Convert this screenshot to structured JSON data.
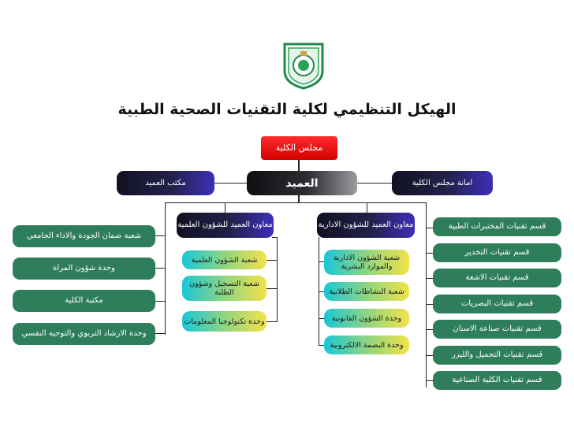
{
  "title": "الهيكل التنظيمي لكلية التقنيات الصحية الطبية",
  "top": {
    "council": "مجلس الكلية",
    "dean": "العميد",
    "dean_office": "مكتب العميد",
    "council_secretariat": "امانة مجلس الكلية"
  },
  "scientific": {
    "title": "معاون العميد للشؤون العلمية",
    "units": [
      "شعبة الشؤون العلمية",
      "شعبة التسجيل وشؤون الطلبة",
      "وحدة تكنولوجيا المعلومات"
    ]
  },
  "administrative": {
    "title": "معاون العميد  للشؤون الادارية",
    "units": [
      "شعبة الشؤون الادارية والموارد البشرية",
      "شعبة النشاطات الطلابية",
      "وحدة الشؤون القانونية",
      "وحدة البصمة الالكترونية"
    ]
  },
  "left_units": [
    "شعبة ضمان الجودة والاداء الجامعي",
    "وحدة شؤون  المراة",
    "مكتبة الكلية",
    "وحدة الارشاد التربوي والتوجيه النفسي"
  ],
  "departments": [
    "قسم تقنيات المختبرات الطبية",
    "قسم تقنيات التخدير",
    "قسم تقنيات الاشعة",
    "قسم تقنيات البصريات",
    "قسم تقنيات صناعة الاسنان",
    "قسم تقنيات التجميل والليزر",
    "قسم تقنيات الكلية الصناعية"
  ],
  "colors": {
    "department": "#2e7d5b",
    "council": "#e31b1b",
    "assistant": "#1f1c5a",
    "unit_gradient": [
      "#19c7d6",
      "#f2e24a"
    ]
  },
  "icons": {
    "logo": "university-seal-icon"
  }
}
